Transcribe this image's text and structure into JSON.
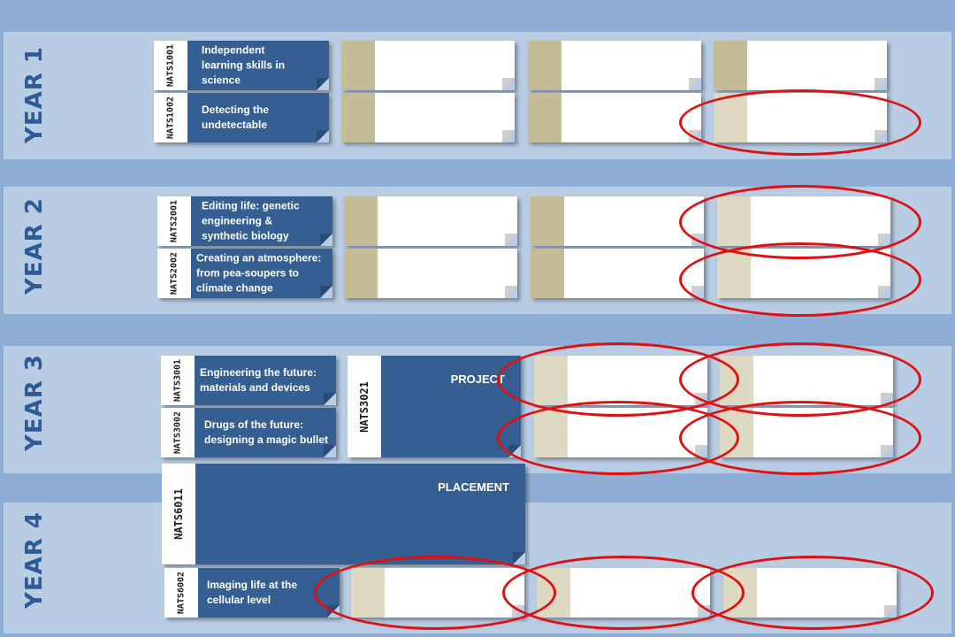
{
  "years": [
    "YEAR 1",
    "YEAR 2",
    "YEAR 3",
    "YEAR 4"
  ],
  "modules": {
    "nats1001": {
      "code": "NATS1001",
      "title": "Independent learning skills in science"
    },
    "nats1002": {
      "code": "NATS1002",
      "title": "Detecting the undetectable"
    },
    "nats2001": {
      "code": "NATS2001",
      "title": "Editing life: genetic engineering & synthetic biology"
    },
    "nats2002": {
      "code": "NATS2002",
      "title": "Creating an atmosphere: from pea-soupers to climate change"
    },
    "nats3001": {
      "code": "NATS3001",
      "title": "Engineering the future: materials and devices"
    },
    "nats3002": {
      "code": "NATS3002",
      "title": "Drugs of the future: designing a magic bullet"
    },
    "nats3021": {
      "code": "NATS3021",
      "title": "PROJECT"
    },
    "nats6011": {
      "code": "NATS6011",
      "title": "PLACEMENT"
    },
    "nats6002": {
      "code": "NATS6002",
      "title": "Imaging life at the cellular level"
    }
  },
  "colors": {
    "module_blue": "#355f92",
    "slot_tab": "#c4bc96",
    "slot_tab_pale": "#ddd9c3",
    "highlight_ring": "#e01010",
    "band": "#b8cce4",
    "background": "#8eaed6",
    "year_text": "#2f5b94"
  }
}
